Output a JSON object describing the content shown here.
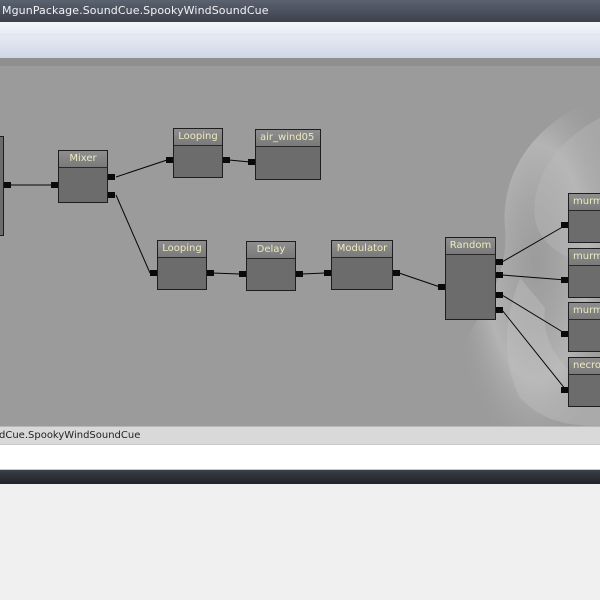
{
  "window": {
    "title": "MgunPackage.SoundCue.SpookyWindSoundCue"
  },
  "status": {
    "path": "dCue.SpookyWindSoundCue"
  },
  "colors": {
    "canvas": "#9b9b9b",
    "node_body": "#6c6c6c",
    "node_title_text": "#ecebc0",
    "wire": "#050505"
  },
  "nodes": {
    "mixer": "Mixer",
    "looping_1": "Looping",
    "air_wind": "air_wind05",
    "looping_2": "Looping",
    "delay": "Delay",
    "modulator": "Modulator",
    "random": "Random",
    "murm_1": "murm",
    "murm_2": "murm",
    "murm_3": "murm",
    "necro": "necro"
  }
}
